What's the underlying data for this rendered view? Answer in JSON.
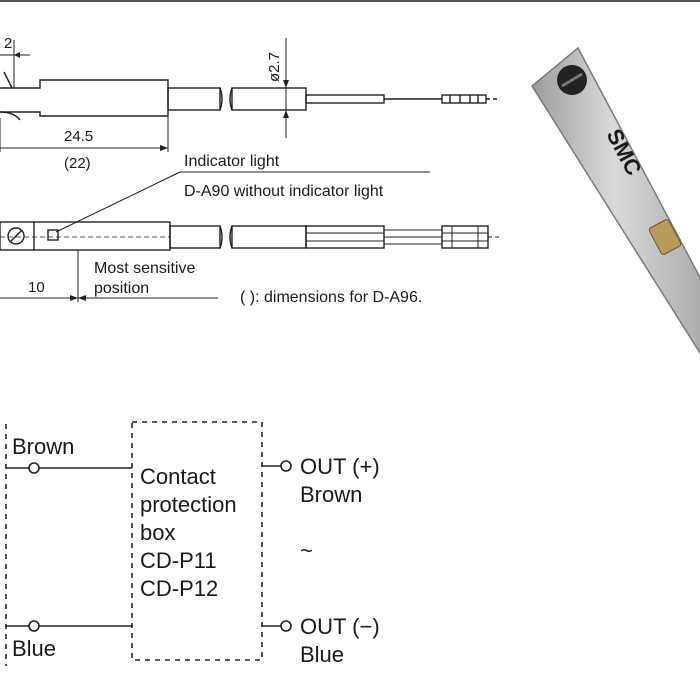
{
  "dimensions": {
    "top_width": "2",
    "diameter": "ø2.7",
    "length": "24.5",
    "length_alt": "(22)",
    "sensitive_offset": "10"
  },
  "labels": {
    "indicator_light": "Indicator light",
    "without_indicator": "D-A90 without indicator light",
    "most_sensitive_line1": "Most sensitive",
    "most_sensitive_line2": "position",
    "dimension_note": "( ): dimensions for D-A96."
  },
  "circuit": {
    "wire_brown": "Brown",
    "wire_blue": "Blue",
    "box_lines": [
      "Contact",
      "protection",
      "box",
      "CD-P11",
      "CD-P12"
    ],
    "out_plus": "OUT (+)",
    "out_plus_color": "Brown",
    "tilde": "~",
    "out_minus": "OUT (−)",
    "out_minus_color": "Blue"
  },
  "product": {
    "brand_marking": "SMC"
  }
}
